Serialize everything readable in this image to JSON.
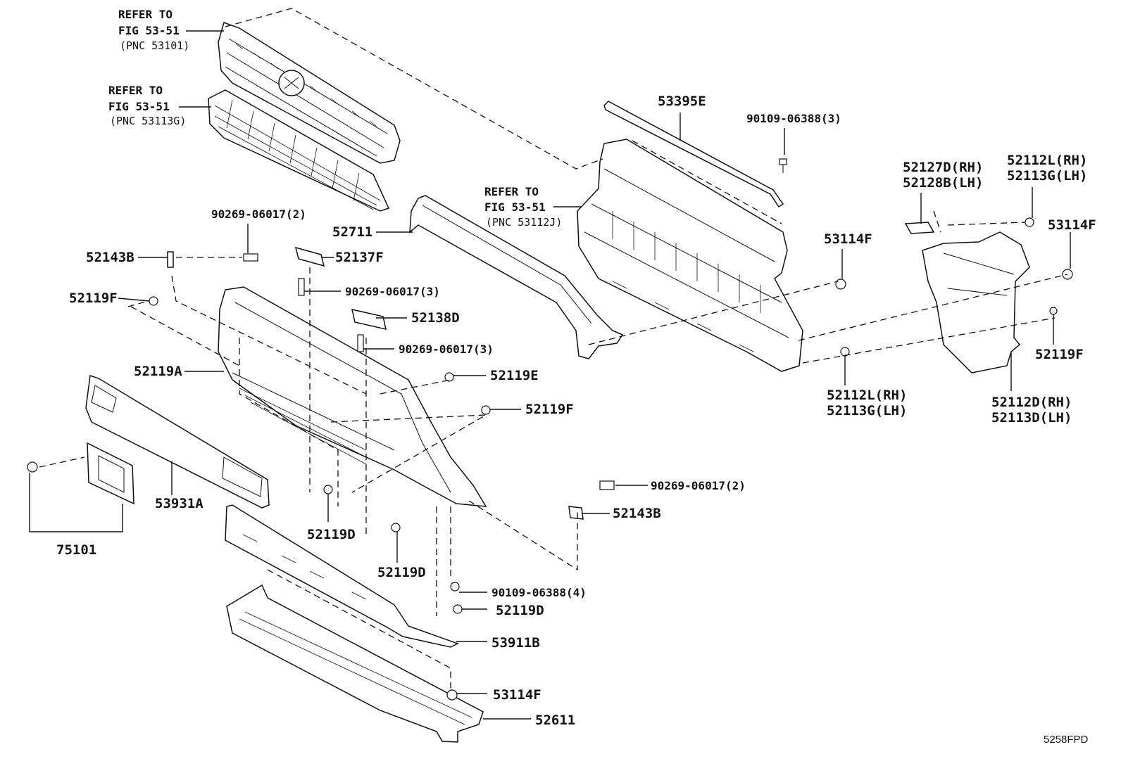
{
  "diagram": {
    "code": "5258FPD",
    "refer_notes": [
      {
        "line1": "REFER TO",
        "line2": "FIG 53-51",
        "pnc": "(PNC 53101)"
      },
      {
        "line1": "REFER TO",
        "line2": "FIG 53-51",
        "pnc": "(PNC 53113G)"
      },
      {
        "line1": "REFER TO",
        "line2": "FIG 53-51",
        "pnc": "(PNC 53112J)"
      }
    ],
    "labels": [
      "53395E",
      "90109-06388(3)",
      "52127D(RH)",
      "52128B(LH)",
      "52112L(RH)",
      "52113G(LH)",
      "52711",
      "90269-06017(2)",
      "52143B",
      "52137F",
      "53114F",
      "53114F",
      "52119F",
      "90269-06017(3)",
      "52138D",
      "90269-06017(3)",
      "52119F",
      "52119A",
      "52119E",
      "52112L(RH)",
      "52113G(LH)",
      "52112D(RH)",
      "52113D(LH)",
      "52119F",
      "75101",
      "53931A",
      "52119D",
      "90269-06017(2)",
      "52143B",
      "52119D",
      "90109-06388(4)",
      "52119D",
      "53911B",
      "53114F",
      "52611"
    ]
  }
}
